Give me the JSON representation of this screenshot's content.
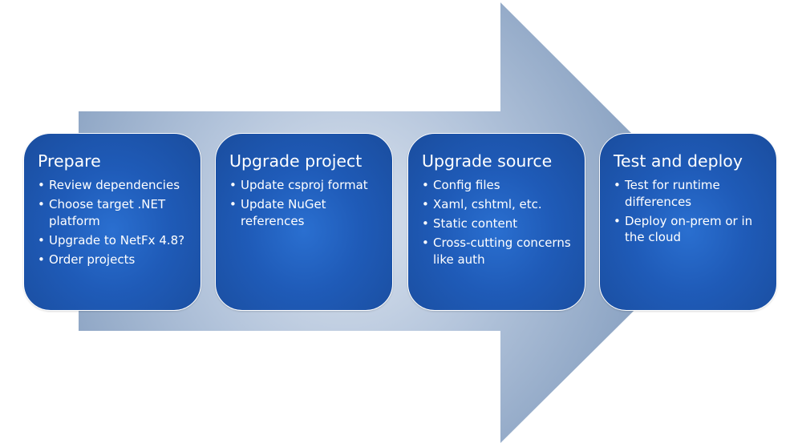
{
  "colors": {
    "arrow_light": "#c3cfe0",
    "arrow_dark": "#6a88ae",
    "box_fill": "#2462c2",
    "box_border": "#ffffff",
    "text": "#ffffff"
  },
  "stages": [
    {
      "title": "Prepare",
      "items": [
        "Review dependencies",
        "Choose target .NET platform",
        "Upgrade to NetFx 4.8?",
        "Order projects"
      ]
    },
    {
      "title": "Upgrade project",
      "items": [
        "Update csproj format",
        "Update NuGet references"
      ]
    },
    {
      "title": "Upgrade source",
      "items": [
        "Config files",
        "Xaml, cshtml, etc.",
        "Static content",
        "Cross-cutting concerns like auth"
      ]
    },
    {
      "title": "Test and deploy",
      "items": [
        "Test for runtime differences",
        "Deploy on-prem or in the cloud"
      ]
    }
  ]
}
